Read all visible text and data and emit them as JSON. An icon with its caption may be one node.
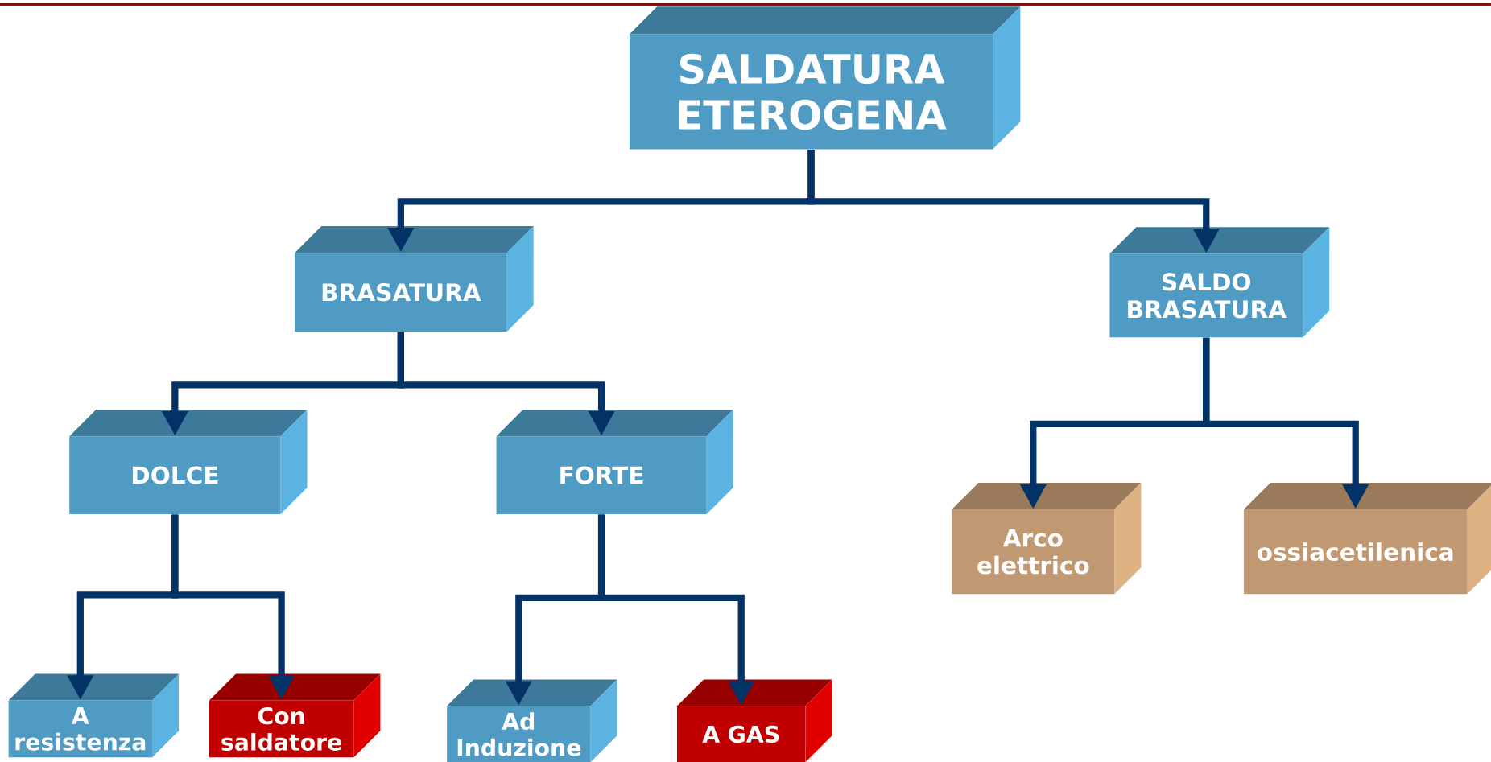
{
  "diagram": {
    "nodes": [
      {
        "text": [
          "SALDATURA ETEROGENA"
        ]
      },
      {
        "text": [
          "BRASATURA"
        ]
      },
      {
        "text": [
          "SALDO BRASATURA"
        ]
      },
      {
        "text": [
          "DOLCE"
        ]
      },
      {
        "text": [
          "FORTE"
        ]
      },
      {
        "text": [
          "Arco elettrico"
        ]
      },
      {
        "text": [
          "ossiacetilenica"
        ]
      },
      {
        "text": [
          "A resistenza"
        ]
      },
      {
        "text": [
          "Con saldatore"
        ]
      },
      {
        "text": [
          "Ad Induzione"
        ]
      },
      {
        "text": [
          "A GAS"
        ]
      }
    ],
    "edges": [
      {
        "from": 0,
        "to": 1,
        "arrow": "to"
      },
      {
        "from": 0,
        "to": 2,
        "arrow": "to"
      },
      {
        "from": 1,
        "to": 3,
        "arrow": "to"
      },
      {
        "from": 1,
        "to": 4,
        "arrow": "to"
      },
      {
        "from": 2,
        "to": 5,
        "arrow": "to"
      },
      {
        "from": 2,
        "to": 6,
        "arrow": "to"
      },
      {
        "from": 3,
        "to": 7,
        "arrow": "to"
      },
      {
        "from": 3,
        "to": 8,
        "arrow": "to"
      },
      {
        "from": 4,
        "to": 9,
        "arrow": "to"
      },
      {
        "from": 4,
        "to": 10,
        "arrow": "to"
      }
    ]
  }
}
